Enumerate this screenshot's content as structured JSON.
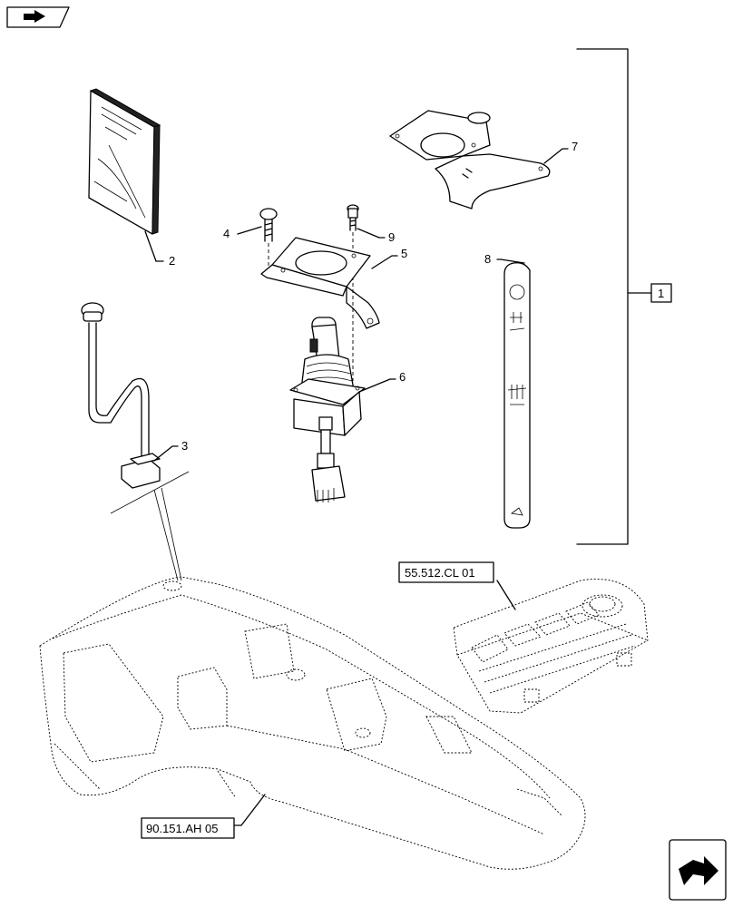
{
  "callouts": {
    "c1": "1",
    "c2": "2",
    "c3": "3",
    "c4": "4",
    "c5": "5",
    "c6": "6",
    "c7": "7",
    "c8": "8",
    "c9": "9"
  },
  "references": {
    "cl01": "55.512.CL 01",
    "ah05": "90.151.AH 05"
  },
  "icons": {
    "top_left": "page-nav-icon",
    "bottom_right": "next-page-icon"
  }
}
